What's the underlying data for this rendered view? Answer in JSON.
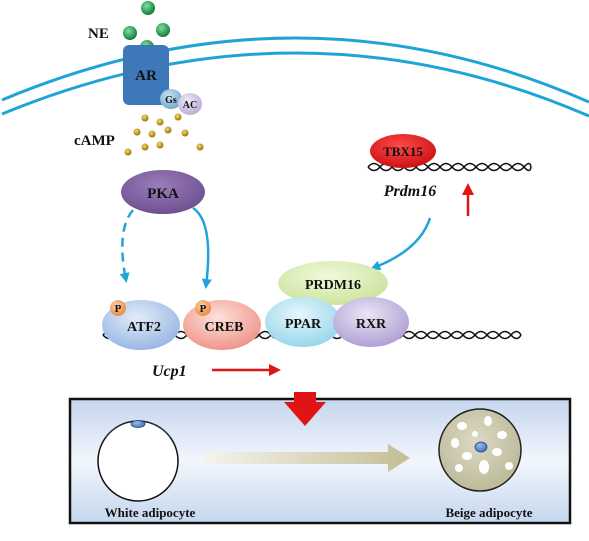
{
  "labels": {
    "ne": "NE",
    "ar": "AR",
    "gs": "Gs",
    "ac": "AC",
    "camp": "cAMP",
    "pka": "PKA",
    "tbx15": "TBX15",
    "prdm16_gene": "Prdm16",
    "prdm16": "PRDM16",
    "atf2": "ATF2",
    "creb": "CREB",
    "ppar": "PPAR",
    "rxr": "RXR",
    "phospho": "P",
    "ucp1": "Ucp1",
    "white_adipocyte": "White adipocyte",
    "beige_adipocyte": "Beige adipocyte"
  },
  "colors": {
    "membrane": "#1fa4d8",
    "receptor": "#3d78b8",
    "ne_ligand": "#1f9a4c",
    "camp": "#c59b0c",
    "pka": "#7a5a9a",
    "tbx15": "#e0141b",
    "prdm16": "#d9ecb0",
    "atf2": "#a9c3ea",
    "creb": "#f2a49b",
    "ppar": "#a8def0",
    "rxr": "#bdb0dc",
    "phospho": "#f0a060",
    "arrow_blue": "#1fa4d8",
    "arrow_red": "#e01414",
    "panel_bg": "#dde8f6",
    "beige_cell": "#cfcdb4"
  }
}
